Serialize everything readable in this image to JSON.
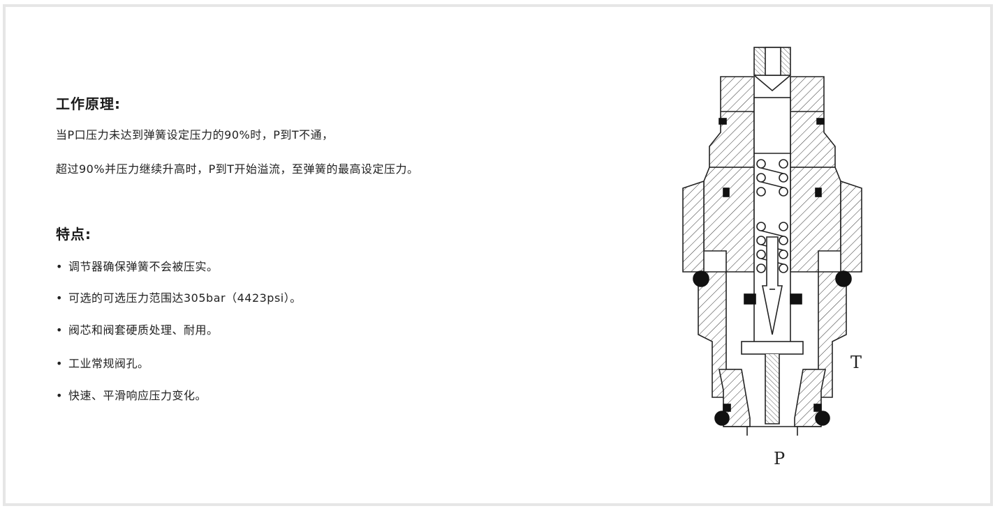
{
  "principle": {
    "heading": "工作原理:",
    "line1": "当P口压力未达到弹簧设定压力的90%时，P到T不通，",
    "line2": "超过90%并压力继续升高时，P到T开始溢流，至弹簧的最高设定压力。"
  },
  "features": {
    "heading": "特点:",
    "bullet_symbol": "•",
    "items": [
      "调节器确保弹簧不会被压实。",
      "可选的可选压力范围达305bar（4423psi）。",
      "阀芯和阀套硬质处理、耐用。",
      "工业常规阀孔。",
      "快速、平滑响应压力变化。"
    ]
  },
  "diagram": {
    "port_t_label": "T",
    "port_p_label": "P"
  }
}
